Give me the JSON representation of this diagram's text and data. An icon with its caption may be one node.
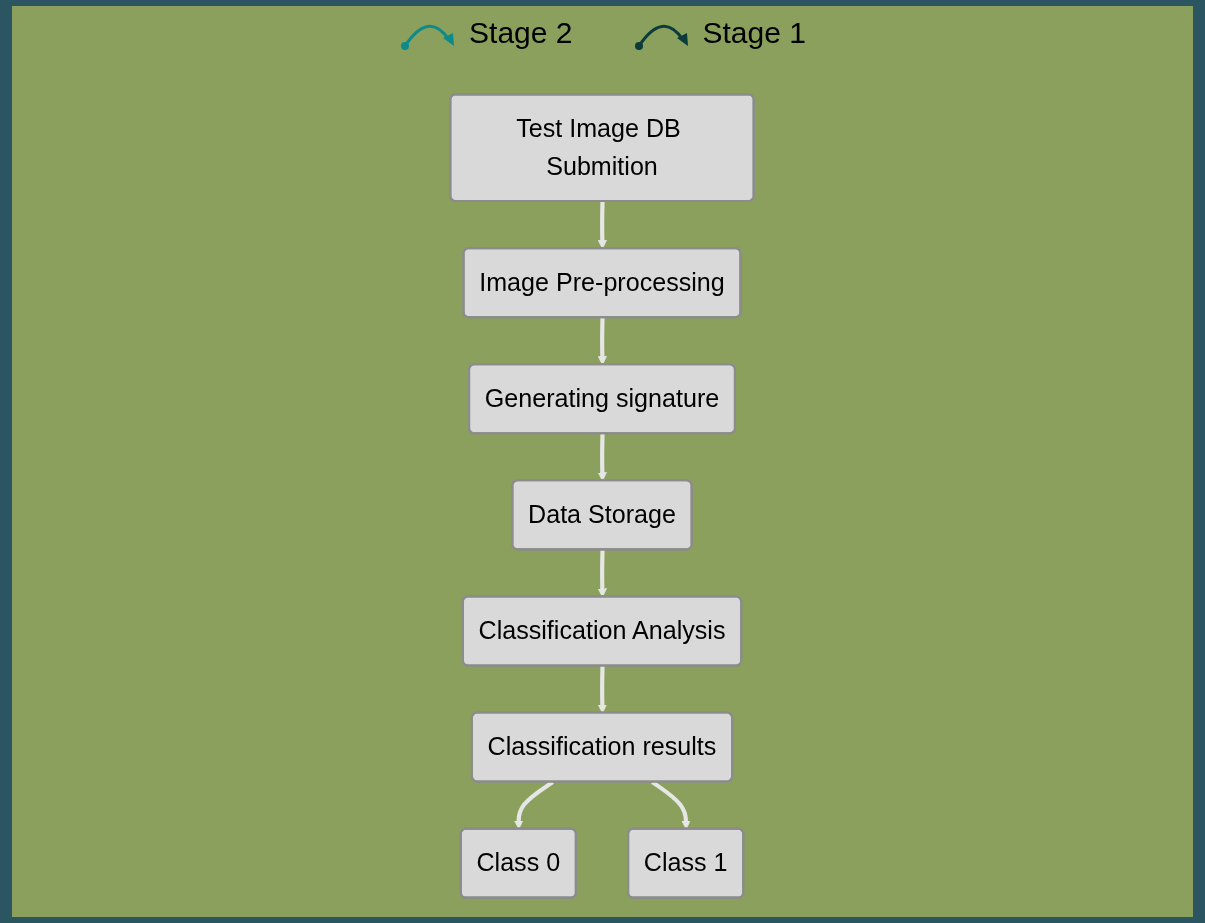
{
  "diagram": {
    "nodes": [
      {
        "text": [
          "Generating signature"
        ]
      },
      {
        "text": [
          "Data Storage"
        ]
      },
      {
        "text": [
          "Image Pre-processing"
        ]
      },
      {
        "text": [
          "Classification Analysis"
        ]
      },
      {
        "text": [
          "Test Image DB Submition"
        ]
      },
      {
        "text": [
          "Classification results"
        ]
      },
      {
        "text": [
          "Class 0"
        ]
      },
      {
        "text": [
          "Class 1"
        ]
      }
    ],
    "edges": [
      {
        "from": 4,
        "to": 2,
        "arrow": "to"
      },
      {
        "from": 2,
        "to": 0,
        "arrow": "to"
      },
      {
        "from": 0,
        "to": 1,
        "arrow": "to"
      },
      {
        "from": 1,
        "to": 3,
        "arrow": "to"
      },
      {
        "from": 3,
        "to": 5,
        "arrow": "to"
      },
      {
        "from": 5,
        "to": 6,
        "arrow": "to"
      },
      {
        "from": 5,
        "to": 7,
        "arrow": "to"
      }
    ],
    "labels": [
      "Stage 2",
      "Stage 1"
    ]
  }
}
